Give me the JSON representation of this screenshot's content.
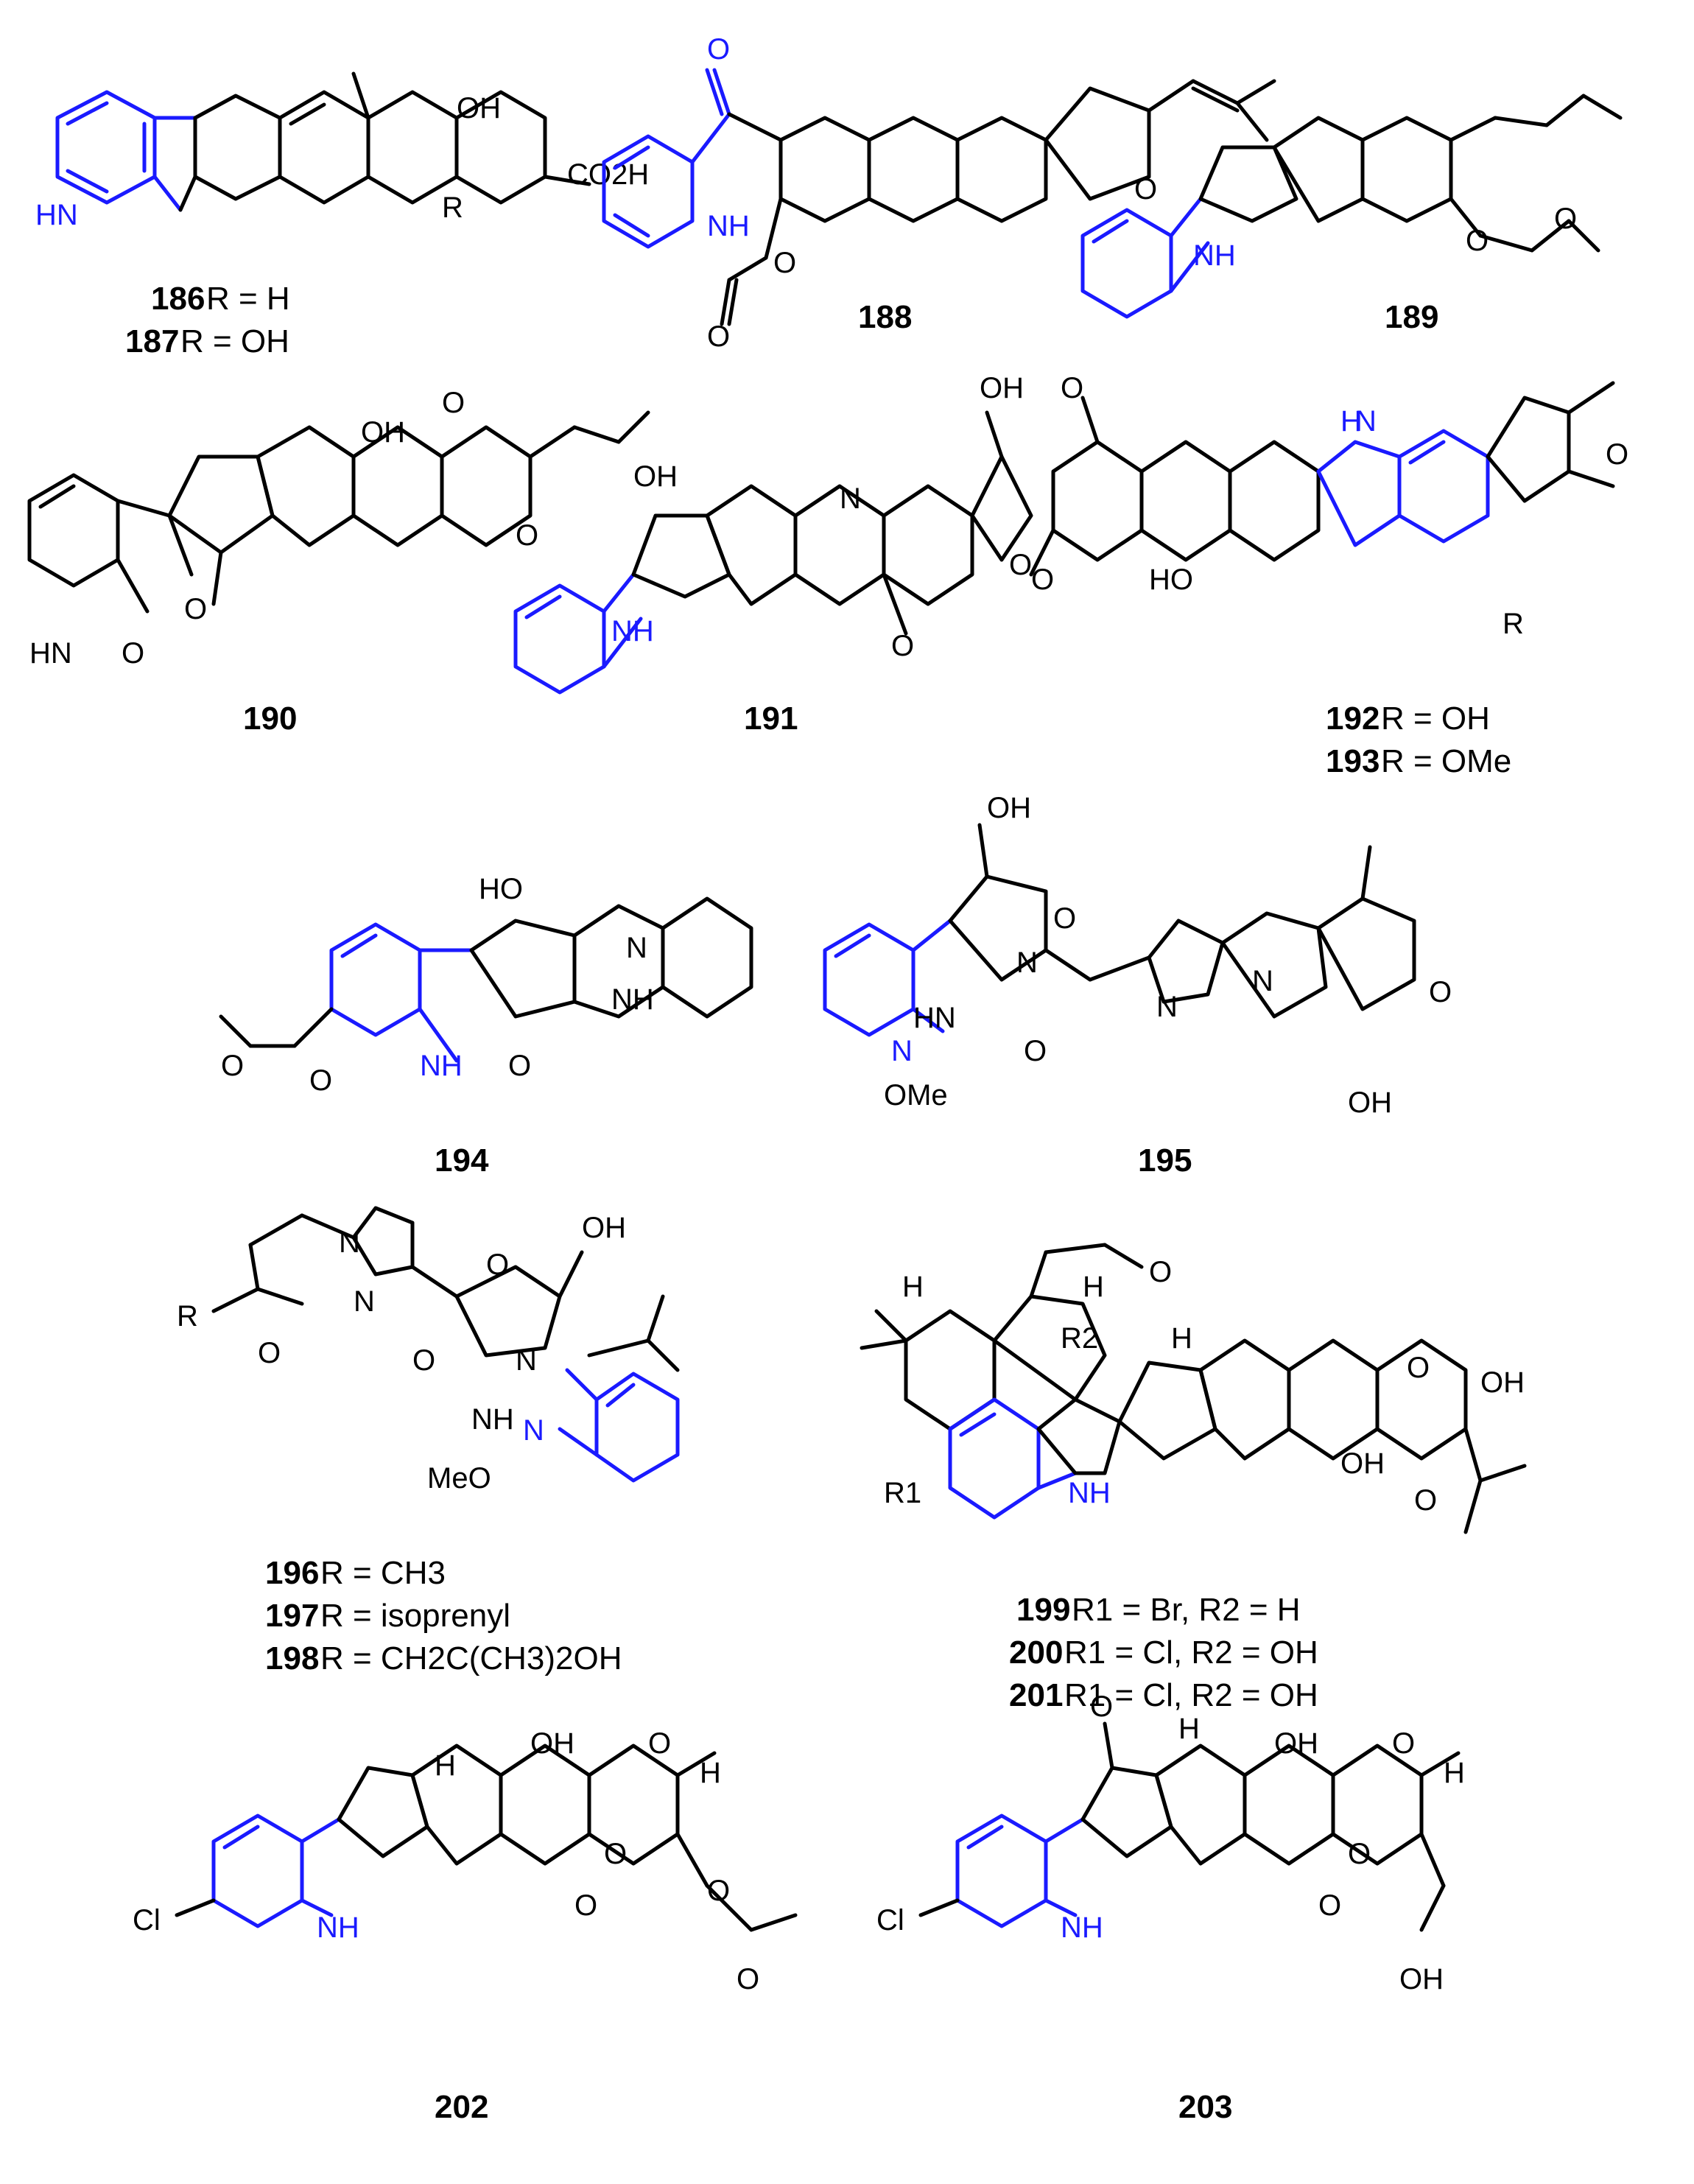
{
  "compounds": [
    {
      "id": "c186",
      "number": "186",
      "caption": "R = H"
    },
    {
      "id": "c187",
      "number": "187",
      "caption": "R = OH"
    },
    {
      "id": "c188",
      "number": "188",
      "caption": ""
    },
    {
      "id": "c189",
      "number": "189",
      "caption": ""
    },
    {
      "id": "c190",
      "number": "190",
      "caption": ""
    },
    {
      "id": "c191",
      "number": "191",
      "caption": ""
    },
    {
      "id": "c192",
      "number": "192",
      "caption": "R = OH"
    },
    {
      "id": "c193",
      "number": "193",
      "caption": "R = OMe"
    },
    {
      "id": "c194",
      "number": "194",
      "caption": ""
    },
    {
      "id": "c195",
      "number": "195",
      "caption": ""
    },
    {
      "id": "c196",
      "number": "196",
      "caption": "R = CH3"
    },
    {
      "id": "c197",
      "number": "197",
      "caption": "R = isoprenyl"
    },
    {
      "id": "c198",
      "number": "198",
      "caption": "R = CH2C(CH3)2OH"
    },
    {
      "id": "c199",
      "number": "199",
      "caption": "R1 = Br, R2 = H"
    },
    {
      "id": "c200",
      "number": "200",
      "caption": "R1 = Cl, R2 = OH"
    },
    {
      "id": "c201",
      "number": "201",
      "caption": "R1 = Cl, R2 = OH"
    },
    {
      "id": "c202",
      "number": "202",
      "caption": ""
    },
    {
      "id": "c203",
      "number": "203",
      "caption": ""
    }
  ],
  "atom_labels": {
    "oh": "OH",
    "o": "O",
    "hn": "HN",
    "nh": "NH",
    "n": "N",
    "h": "H",
    "r": "R",
    "r1": "R1",
    "r2": "R2",
    "cl": "Cl",
    "co2h": "CO2H",
    "ome": "OMe",
    "meo": "MeO",
    "ho": "HO"
  },
  "colors": {
    "indole_highlight": "#1a1aff",
    "bond": "#000000",
    "background": "#ffffff"
  }
}
